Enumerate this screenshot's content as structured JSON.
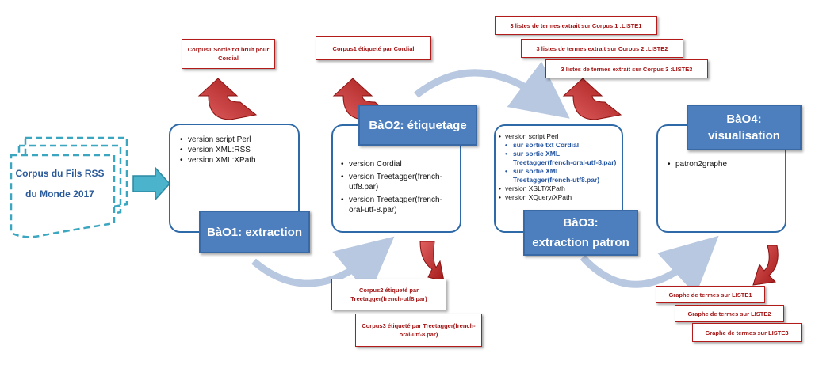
{
  "corpus": {
    "line1": "Corpus du Fils RSS",
    "line2": "du Monde 2017"
  },
  "bao1": {
    "title": "BàO1: extraction",
    "items": [
      "version script Perl",
      "version XML:RSS",
      "version XML:XPath"
    ],
    "output": "Corpus1 Sortie txt bruit pour Cordial"
  },
  "bao2": {
    "title": "BàO2: étiquetage",
    "items": [
      "version Cordial",
      "version Treetagger(french-utf8.par)",
      "version Treetagger(french-oral-utf-8.par)"
    ],
    "output_top": "Corpus1 étiqueté par Cordial",
    "output_bottom1": "Corpus2 étiqueté par Treetagger(french-utf8.par)",
    "output_bottom2": "Corpus3 étiqueté par Treetagger(french-oral-utf-8.par)"
  },
  "bao3": {
    "title_line1": "BàO3:",
    "title_line2": "extraction patron",
    "items": [
      {
        "text": "version script Perl",
        "sub": false
      },
      {
        "text": "sur sortie txt Cordial",
        "sub": true
      },
      {
        "text": "sur sortie XML Treetagger(french-oral-utf-8.par)",
        "sub": true
      },
      {
        "text": "sur sortie XML Treetagger(french-utf8.par)",
        "sub": true
      },
      {
        "text": "version XSLT/XPath",
        "sub": false
      },
      {
        "text": "version XQuery/XPath",
        "sub": false
      }
    ],
    "outputs": [
      "3 listes de termes extrait sur Corpus 1 :LISTE1",
      "3 listes de termes extrait sur Corous 2 :LISTE2",
      "3 listes de termes extrait sur Corpus 3 :LISTE3"
    ]
  },
  "bao4": {
    "title_line1": "BàO4:",
    "title_line2": "visualisation",
    "items": [
      "patron2graphe"
    ],
    "outputs": [
      "Graphe de termes sur LISTE1",
      "Graphe de termes sur LISTE2",
      "Graphe de termes sur LISTE3"
    ]
  },
  "colors": {
    "panel_border": "#2f6aa8",
    "title_fill": "#4d7fbe",
    "output_border": "#b31b1b",
    "arrow_red": "#c0282b",
    "arc": "#b8c8e0",
    "corpus": "#3aa6bf"
  }
}
